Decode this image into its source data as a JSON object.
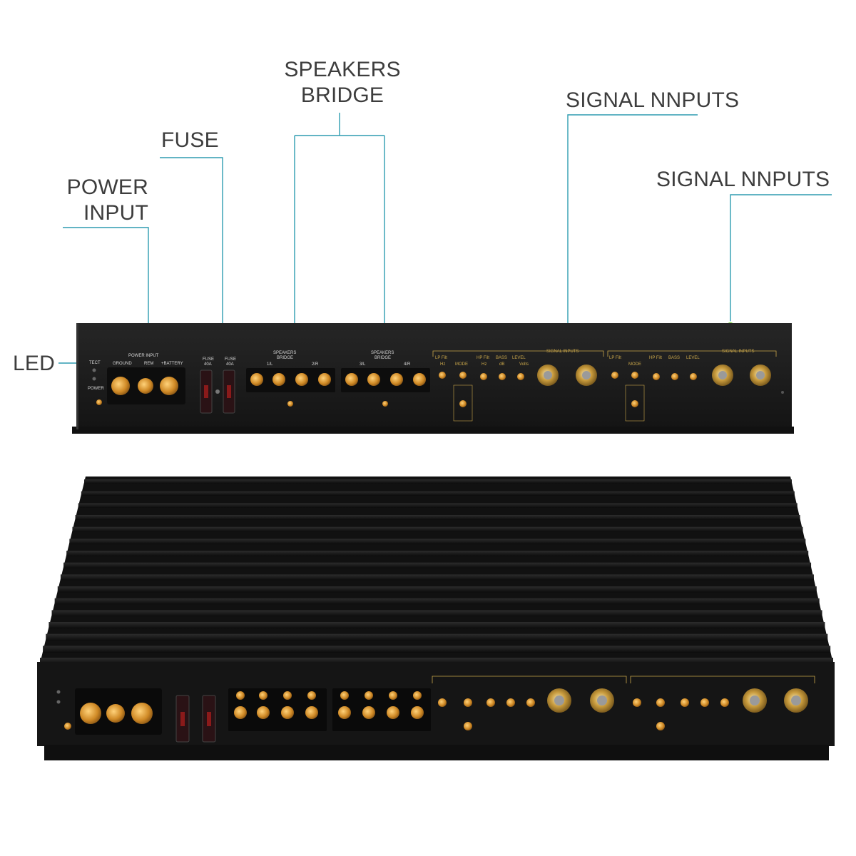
{
  "callouts": {
    "power_input": [
      "POWER",
      "INPUT"
    ],
    "fuse": "FUSE",
    "speakers_bridge": [
      "SPEAKERS",
      "BRIDGE"
    ],
    "signal_inputs_1": "SIGNAL NNPUTS",
    "signal_inputs_2": "SIGNAL NNPUTS",
    "led": "LED"
  },
  "panel": {
    "protect": "TECT",
    "power": "POWER",
    "power_input": "POWER INPUT",
    "ground": "GROUND",
    "rem": "REM",
    "battery": "+BATTERY",
    "fuse_1": [
      "FUSE",
      "40A"
    ],
    "fuse_2": [
      "FUSE",
      "40A"
    ],
    "speakers_1": [
      "SPEAKERS",
      "BRIDGE"
    ],
    "speakers_2": [
      "SPEAKERS",
      "BRIDGE"
    ],
    "ch_1l": "1/L",
    "ch_2r": "2/R",
    "ch_3l": "3/L",
    "ch_4r": "4/R",
    "signal_inputs": "SIGNAL INPUTS",
    "lp_filt": "LP Filt",
    "hp_filt": "HP Filt",
    "bass": "BASS",
    "level": "LEVEL",
    "mode": "MODE",
    "hz": "Hz",
    "db": "dB",
    "volts": "Volts"
  },
  "colors": {
    "callout_line": "#2e9cb0",
    "dot": "#7bd33a",
    "chassis": "#1a1a1a",
    "gold": "#d69a2f"
  }
}
